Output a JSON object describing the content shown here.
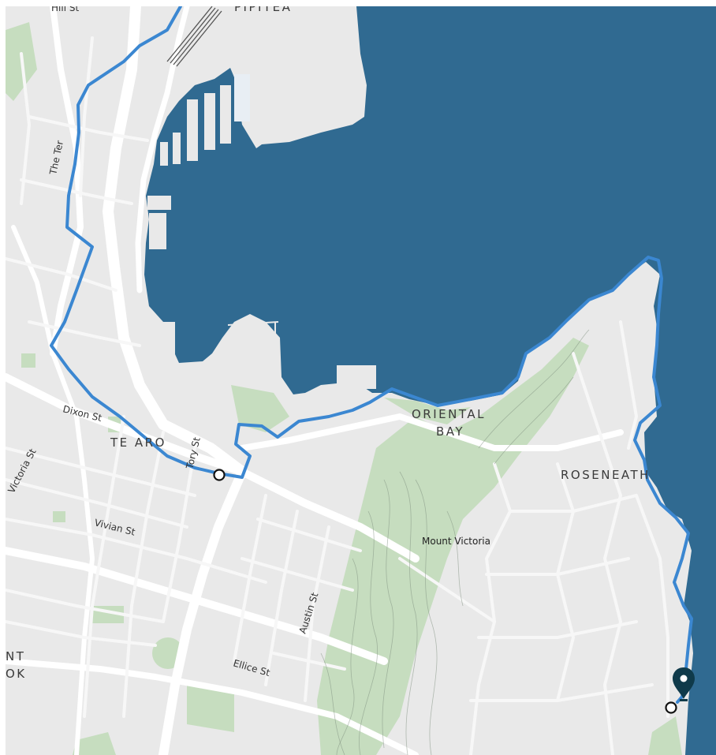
{
  "map": {
    "colors": {
      "land": "#e9e9e9",
      "water": "#306a91",
      "park": "#c6ddbf",
      "road": "#ffffff",
      "route": "#3b87d1",
      "pin": "#0f3a4a"
    },
    "labels": {
      "hill_st": "Hill St",
      "pipitea": "PIPITEA",
      "the_terrace": "The Ter",
      "dixon_st": "Dixon St",
      "te_aro": "TE ARO",
      "tory_st": "Tory St",
      "victoria_st": "Victoria St",
      "vivian_st": "Vivian St",
      "oriental_1": "ORIENTAL",
      "oriental_2": "BAY",
      "roseneath": "ROSENEATH",
      "mount_victoria": "Mount Victoria",
      "austin_st": "Austin St",
      "ellice_st": "Ellice St",
      "mount_cook_1": "NT",
      "mount_cook_2": "OK"
    },
    "icons": {
      "destination": "map-pin-icon",
      "waypoint": "waypoint-circle-icon"
    }
  }
}
